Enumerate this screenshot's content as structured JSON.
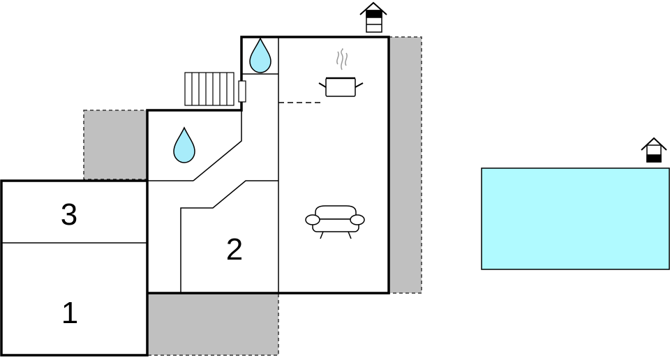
{
  "rooms": {
    "room_1": {
      "label": "1"
    },
    "room_2": {
      "label": "2"
    },
    "room_3": {
      "label": "3"
    }
  },
  "icons": {
    "kitchen": "cooking-pot-icon",
    "living": "armchair-icon",
    "bathroom_a": "water-drop-icon",
    "bathroom_b": "water-drop-icon",
    "level_indicator": "floor-level-house-icon",
    "stairs": "staircase-icon"
  },
  "colors": {
    "wall": "#000000",
    "terrace": "#c0c0c0",
    "pool": "#b0faff",
    "water_drop": "#a8ecfa",
    "background": "#ffffff"
  }
}
